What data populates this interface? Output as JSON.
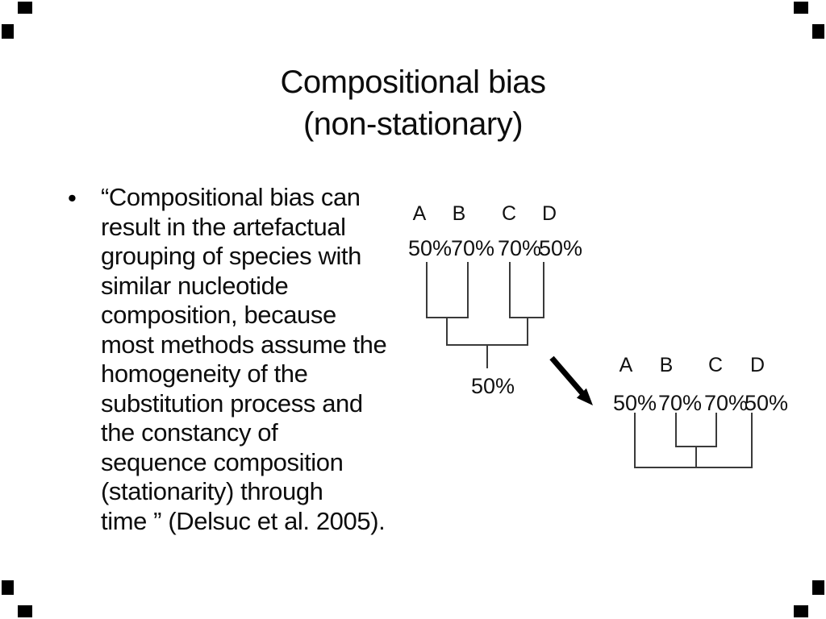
{
  "slide": {
    "title": {
      "line1": "Compositional bias",
      "line2": "(non-stationary)"
    },
    "bullet": {
      "marker": "•",
      "text": "“Compositional bias can\nresult in the artefactual\ngrouping of species with\nsimilar nucleotide\ncomposition, because\nmost methods assume the\nhomogeneity of the\nsubstitution process and\nthe constancy of\nsequence composition\n(stationarity) through\ntime ” (Delsuc et al. 2005)."
    },
    "tree_original": {
      "topology": "((A,B),(C,D))",
      "taxa": [
        "A",
        "B",
        "C",
        "D"
      ],
      "frequencies": [
        "50%",
        "70%",
        "70%",
        "50%"
      ],
      "root_support": "50%"
    },
    "tree_artefactual": {
      "topology": "(A,(B,C),D)",
      "taxa": [
        "A",
        "B",
        "C",
        "D"
      ],
      "frequencies": [
        "50%",
        "70%",
        "70%",
        "50%"
      ]
    },
    "colors": {
      "background": "#ffffff",
      "text": "#0d0d0d",
      "tree_line": "#3a3a3a",
      "arrow": "#000000"
    }
  }
}
